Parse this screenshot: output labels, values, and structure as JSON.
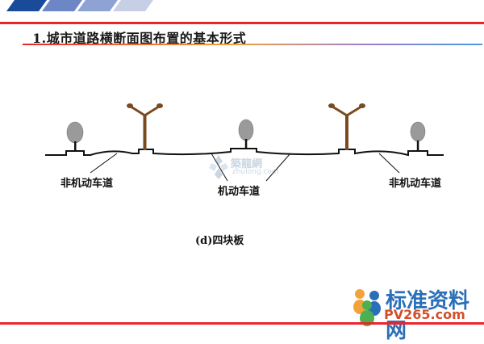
{
  "slide": {
    "title": "1.城市道路横断面图布置的基本形式",
    "caption": "(d)四块板"
  },
  "diagram": {
    "labels": {
      "left_lane": "非机动车道",
      "center_lane": "机动车道",
      "right_lane": "非机动车道"
    }
  },
  "watermark": {
    "cn": "築龍網",
    "en": "zhulong.com"
  },
  "logo": {
    "cn": "标准资料网",
    "en": "PV265.com"
  },
  "colors": {
    "accent_red": "#e8262b",
    "line_black": "#111111",
    "lamp_brown": "#7a4a1f",
    "tree_gray": "#9a9a9a"
  }
}
